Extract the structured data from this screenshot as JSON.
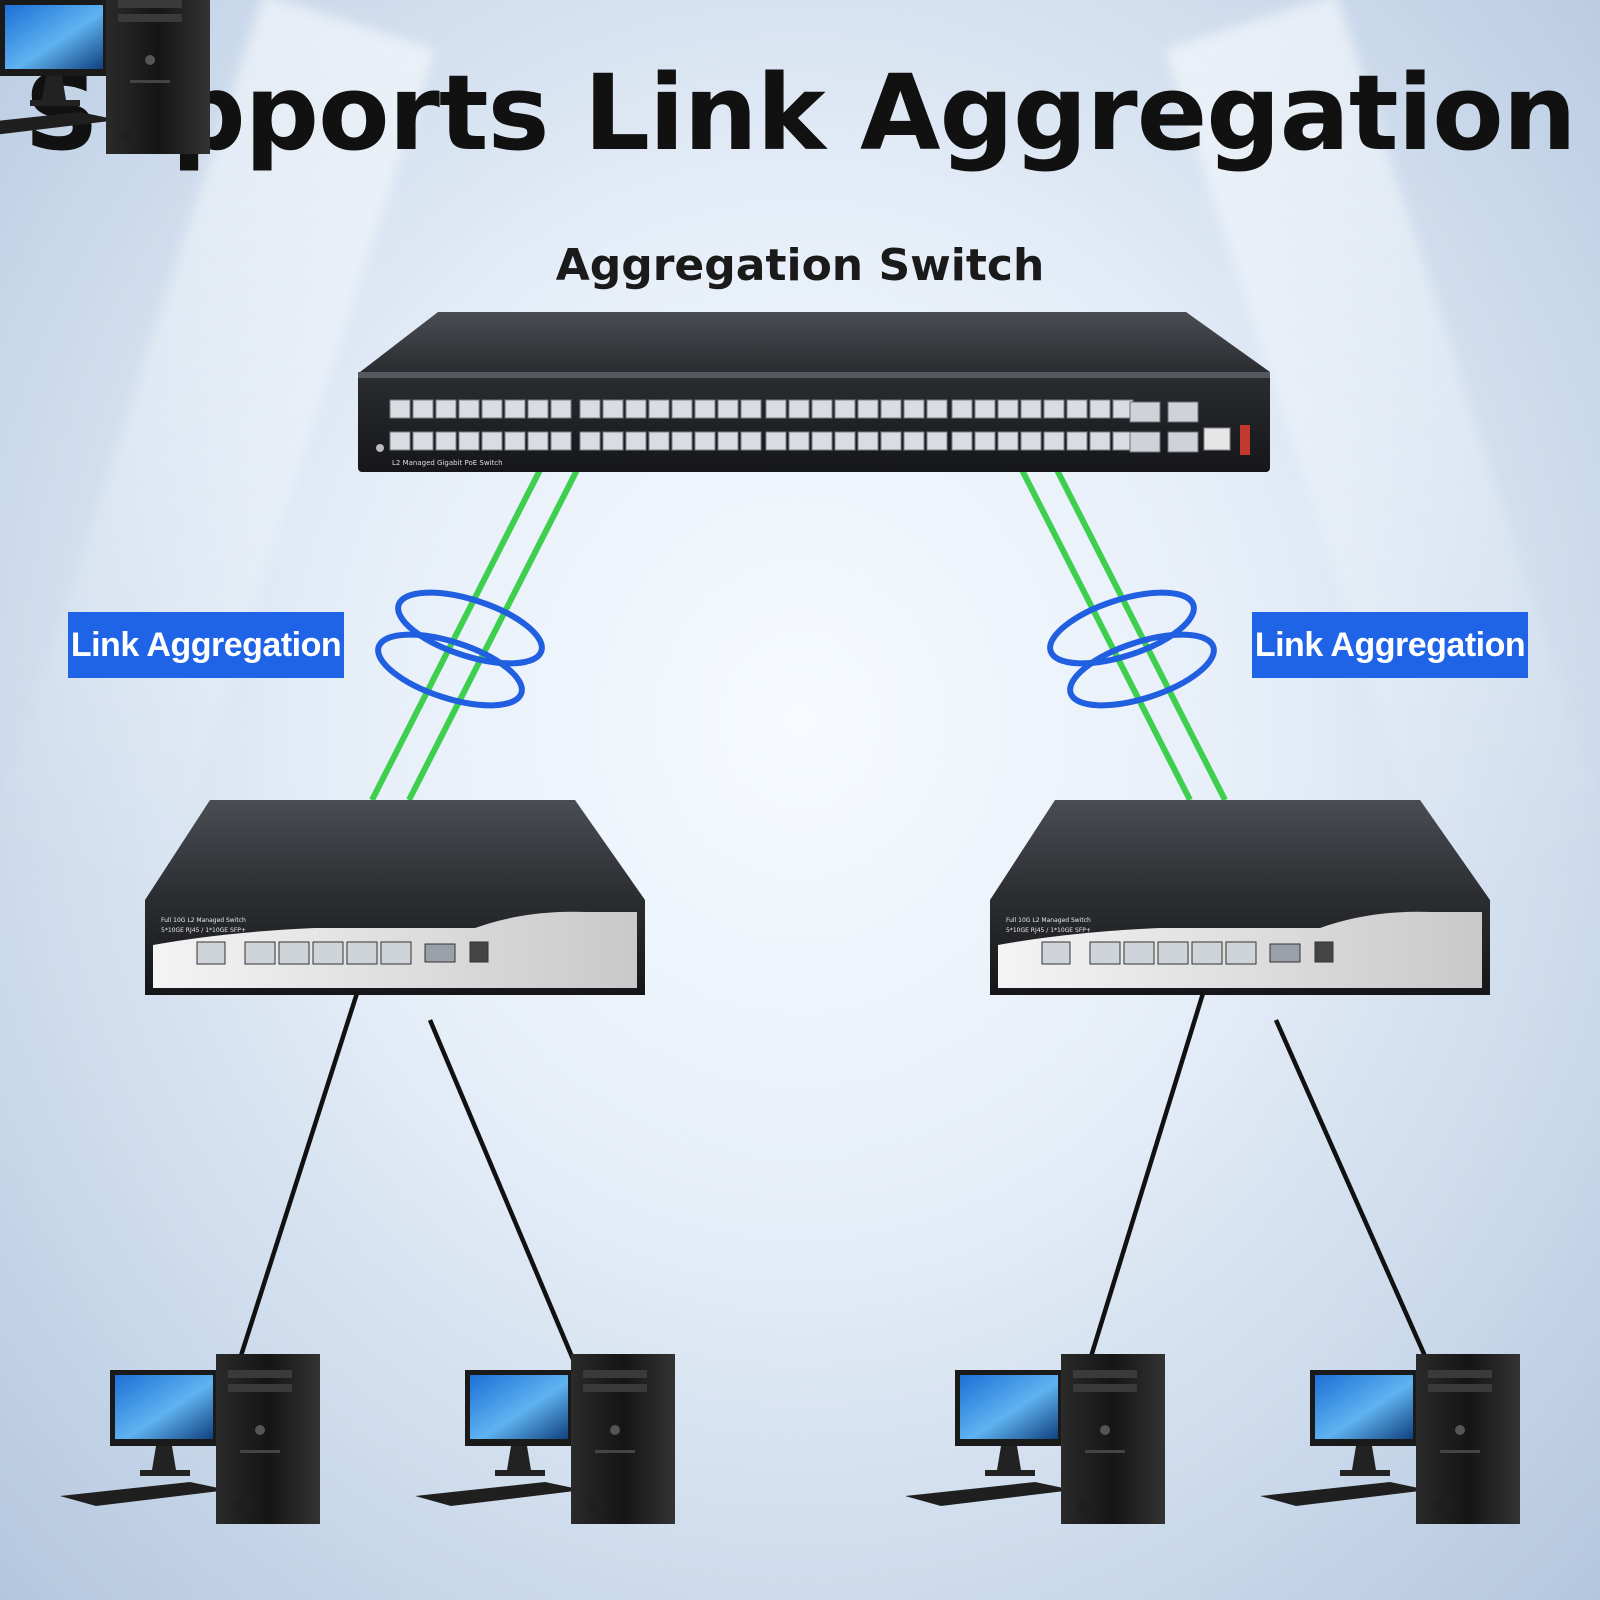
{
  "title": "Supports Link Aggregation",
  "aggregation_switch": {
    "label": "Aggregation Switch",
    "model_text": "L2 Managed Gigabit PoE Switch"
  },
  "link_labels": {
    "left": "Link Aggregation",
    "right": "Link Aggregation"
  },
  "access_switches": [
    {
      "line1": "Full 10G L2 Managed Switch",
      "line2": "5*10GE RJ45 / 1*10GE SFP+"
    },
    {
      "line1": "Full 10G L2 Managed Switch",
      "line2": "5*10GE RJ45 / 1*10GE SFP+"
    }
  ],
  "colors": {
    "link_green": "#3ecf4f",
    "ring_blue": "#1f5fe0",
    "badge_blue": "#1f63e6",
    "cable_black": "#111111"
  },
  "icons": [
    "aggregation-switch-icon",
    "access-switch-icon",
    "desktop-computer-icon"
  ]
}
